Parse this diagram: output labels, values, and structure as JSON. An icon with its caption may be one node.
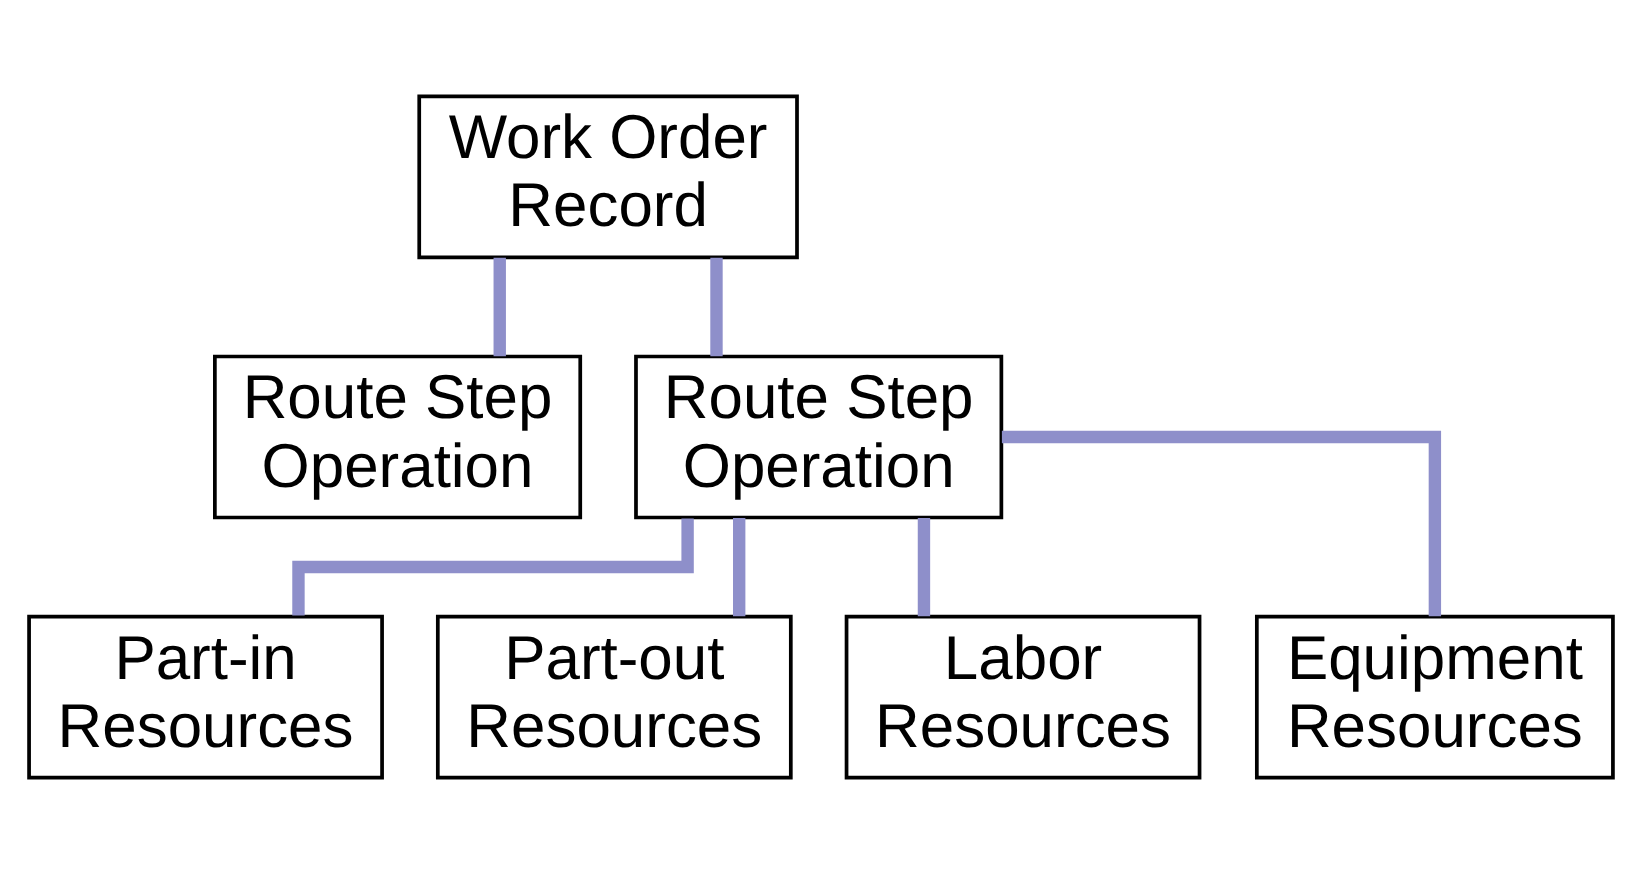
{
  "diagram": {
    "nodes": [
      {
        "text": [
          "Work Order Record"
        ]
      },
      {
        "text": [
          "Route Step Operation"
        ]
      },
      {
        "text": [
          "Route Step Operation"
        ]
      },
      {
        "text": [
          "Part-in Resources"
        ]
      },
      {
        "text": [
          "Part-out Resources"
        ]
      },
      {
        "text": [
          "Labor Resources"
        ]
      },
      {
        "text": [
          "Equipment Resources"
        ]
      }
    ],
    "edges": [
      {
        "from": 0,
        "to": 1,
        "arrow": "none"
      },
      {
        "from": 0,
        "to": 2,
        "arrow": "none"
      },
      {
        "from": 2,
        "to": 3,
        "arrow": "none"
      },
      {
        "from": 2,
        "to": 4,
        "arrow": "none"
      },
      {
        "from": 2,
        "to": 5,
        "arrow": "none"
      },
      {
        "from": 2,
        "to": 6,
        "arrow": "none"
      }
    ]
  }
}
